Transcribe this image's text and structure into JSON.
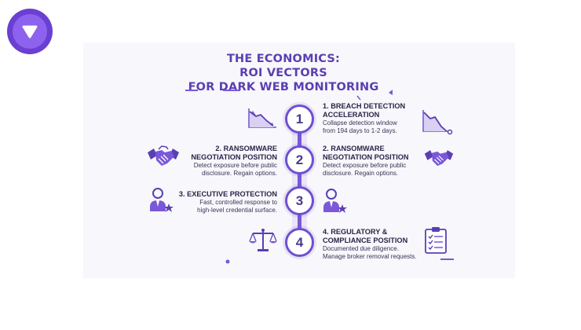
{
  "title": {
    "line1": "THE ECONOMICS:",
    "line2": "ROI VECTORS",
    "line3": "FOR DARK WEB MONITORING"
  },
  "nodes": [
    "1",
    "2",
    "3",
    "4"
  ],
  "steps": {
    "s1": {
      "heading1": "1. BREACH DETECTION",
      "heading2": "ACCELERATION",
      "body1": "Collapse detection window",
      "body2": "from 194 days to 1-2 days."
    },
    "s2_left": {
      "heading1": "2. RANSOMWARE",
      "heading2": "NEGOTIATION POSITION",
      "body1": "Detect exposure before public",
      "body2": "disclosure. Regain options."
    },
    "s2_right": {
      "heading1": "2. RANSOMWARE",
      "heading2": "NEGOTIATION POSITION",
      "body1": "Detect exposure before public",
      "body2": "disclosure. Regain options."
    },
    "s3": {
      "heading1": "3. EXECUTIVE PROTECTION",
      "body1": "Fast, controlled response to",
      "body2": "high-level credential surface."
    },
    "s4": {
      "heading1": "4. REGULATORY &",
      "heading2": "COMPLIANCE POSITION",
      "body1": "Documented due diligence.",
      "body2": "Manage broker removal requests."
    }
  },
  "icons": [
    "shield-logo-icon",
    "declining-chart-icon",
    "handshake-icon",
    "executive-star-icon",
    "scales-icon",
    "checklist-clipboard-icon"
  ],
  "colors": {
    "accent": "#6f4fd0",
    "title": "#5a3fb3",
    "logo": "#6a3fd1"
  }
}
